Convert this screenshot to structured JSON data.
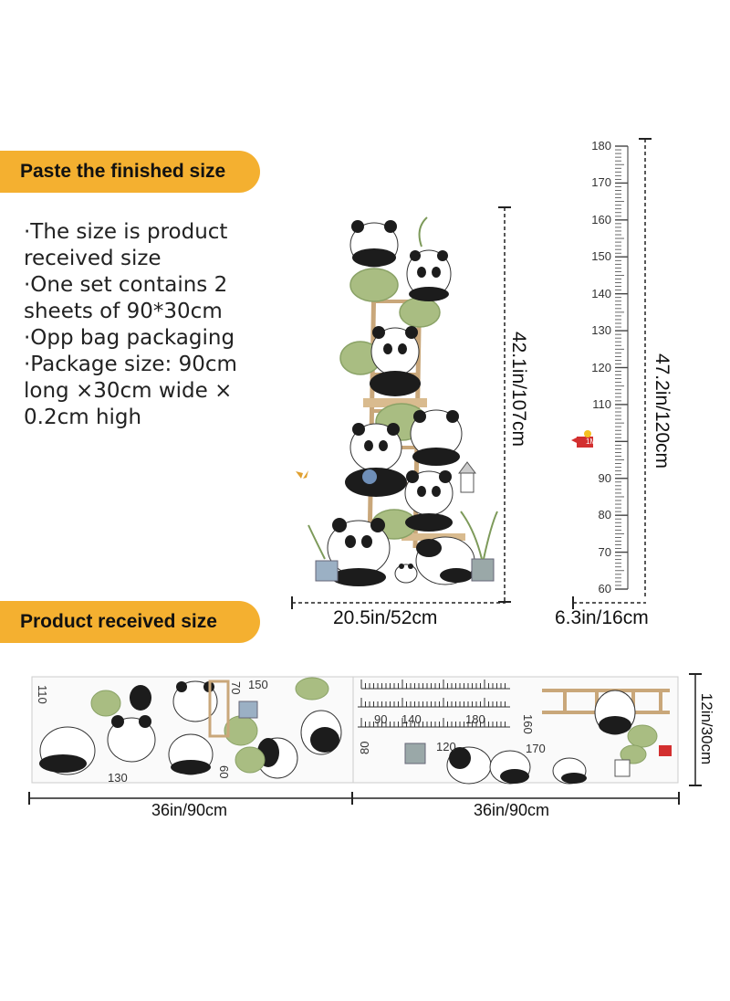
{
  "banners": {
    "finished": "Paste the finished size",
    "received": "Product received size"
  },
  "description": [
    "·The size is product",
    "received size",
    "·One set contains 2",
    "sheets of 90*30cm",
    "·Opp bag packaging",
    "·Package size: 90cm",
    "long ×30cm wide ×",
    "0.2cm high"
  ],
  "dimensions": {
    "panda_height": "42.1in/107cm",
    "panda_width": "20.5in/52cm",
    "ruler_height": "47.2in/120cm",
    "ruler_width": "6.3in/16cm",
    "sheet_left_width": "36in/90cm",
    "sheet_right_width": "36in/90cm",
    "sheet_height": "12in/30cm"
  },
  "ruler_labels": [
    "180",
    "170",
    "160",
    "150",
    "140",
    "130",
    "120",
    "110",
    "90",
    "80",
    "70",
    "60"
  ],
  "ruler_marker_label": "1M",
  "sheet_left_labels": [
    "110",
    "70",
    "150",
    "130",
    "60"
  ],
  "sheet_right_labels": [
    "90",
    "140",
    "180",
    "160",
    "80",
    "120",
    "170"
  ],
  "colors": {
    "banner": "#f4b030",
    "panda_black": "#1c1c1c",
    "pumpkin_green": "#a9bd82",
    "ladder_wood": "#c9a77a"
  }
}
